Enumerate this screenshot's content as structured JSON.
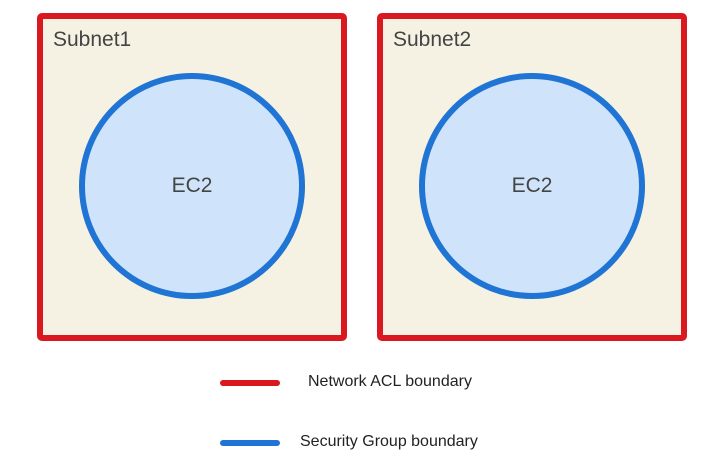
{
  "colors": {
    "acl_boundary": "#d9181f",
    "sg_boundary": "#1f74d4",
    "subnet_fill": "#f5f2e4",
    "sg_fill": "#cfe4fb"
  },
  "subnets": [
    {
      "label": "Subnet1",
      "instance_label": "EC2"
    },
    {
      "label": "Subnet2",
      "instance_label": "EC2"
    }
  ],
  "legend": [
    {
      "label": "Network ACL boundary",
      "color": "#d9181f"
    },
    {
      "label": "Security Group boundary",
      "color": "#1f74d4"
    }
  ]
}
